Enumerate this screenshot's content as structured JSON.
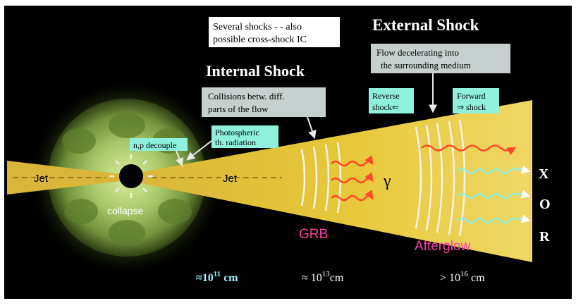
{
  "boxes": {
    "several_shocks_line1": "Several shocks - - also",
    "several_shocks_line2": "possible cross-shock IC",
    "collisions_line1": "Collisions betw. diff.",
    "collisions_line2": "parts of the flow",
    "flow_decel_line1": "Flow decelerating into",
    "flow_decel_line2": "the surrounding  medium",
    "photospheric_line1": "Photospheric",
    "photospheric_line2": "th. radiation",
    "np_decouple": "n,p decouple",
    "reverse_line1": "Reverse",
    "reverse_line2": "shock⇐",
    "forward_line1": "Forward",
    "forward_line2": "⇒ shock"
  },
  "headings": {
    "internal_shock": "Internal Shock",
    "external_shock": "External Shock"
  },
  "labels": {
    "jet_left": "Jet",
    "jet_right": "Jet",
    "collapse": "collapse",
    "gamma": "γ",
    "grb": "GRB",
    "afterglow": "Afterglow",
    "band_x": "X",
    "band_o": "O",
    "band_r": "R"
  },
  "scales": {
    "s1_prefix": "≈10",
    "s1_exp": "11",
    "s1_unit": " cm",
    "s2_prefix": "≈ 10",
    "s2_exp": "13",
    "s2_unit": "cm",
    "s3_prefix": "> 10",
    "s3_exp": "16",
    "s3_unit": " cm"
  },
  "colors": {
    "background": "#000000",
    "jet": "#e8c83a",
    "star_green": "#9bbf5a",
    "box_fill": "#c6d0cf",
    "cyan_box": "#8ff0dc",
    "gamma_wave": "#ff4a2a",
    "afterglow_wave": "#8ff0e0",
    "pink_label": "#ff3da8",
    "cyan_text": "#9ff6ff"
  }
}
